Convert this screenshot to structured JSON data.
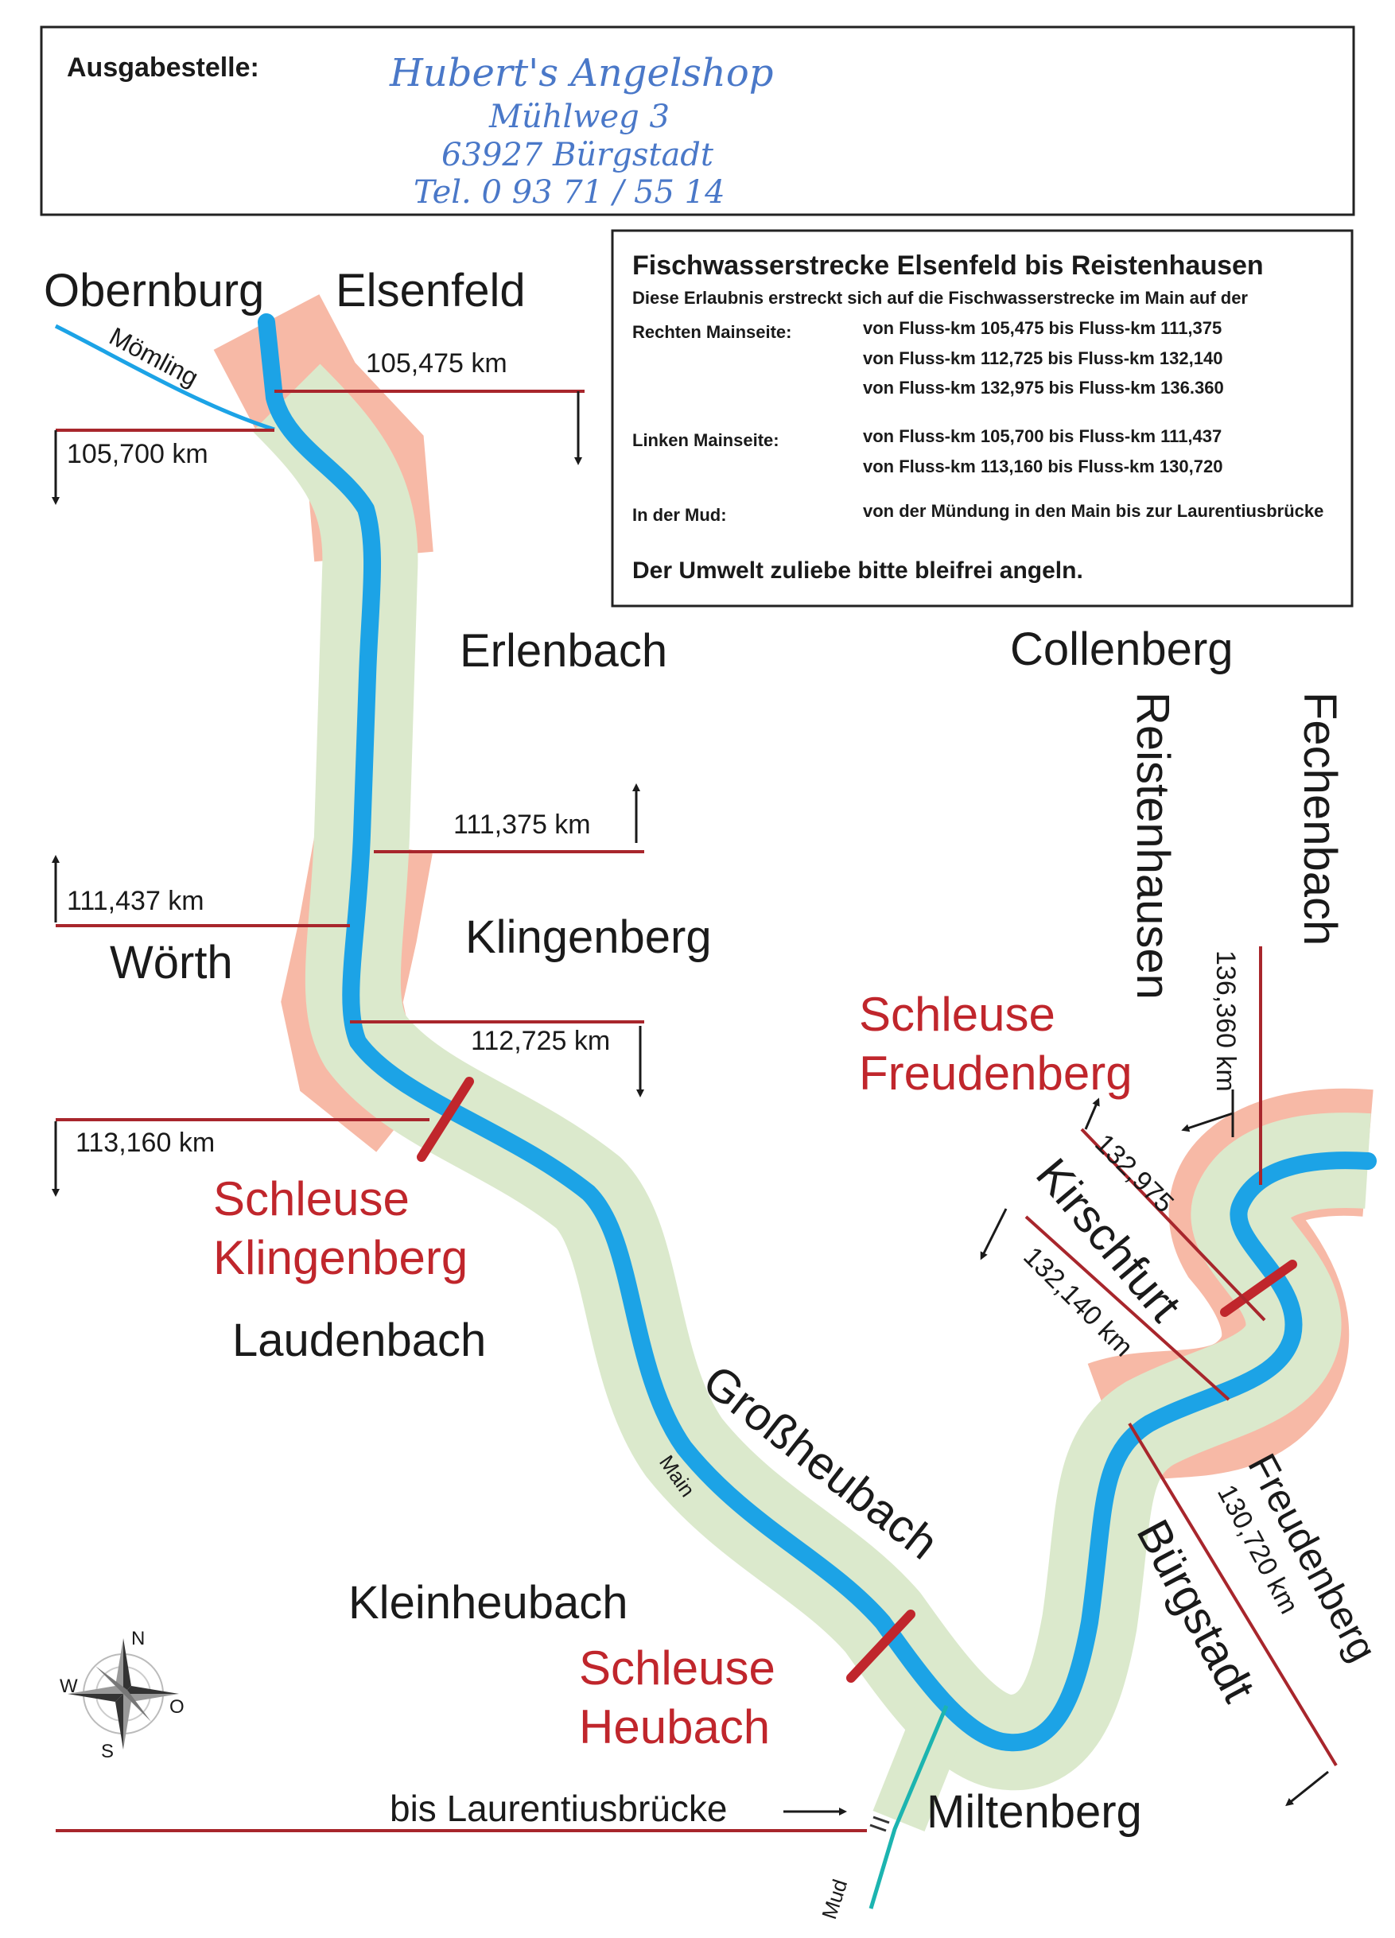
{
  "header": {
    "label": "Ausgabestelle:",
    "shop_lines": [
      "Hubert's Angelshop",
      "Mühlweg 3",
      "63927 Bürgstadt",
      "Tel. 0 93 71 / 55 14"
    ]
  },
  "legend": {
    "title": "Fischwasserstrecke Elsenfeld bis Reistenhausen",
    "intro": "Diese Erlaubnis erstreckt sich auf die Fischwasserstrecke im Main auf der",
    "right_label": "Rechten Mainseite:",
    "right_ranges": [
      "von Fluss-km 105,475 bis Fluss-km 111,375",
      "von Fluss-km 112,725 bis Fluss-km 132,140",
      "von Fluss-km 132,975 bis Fluss-km 136.360"
    ],
    "left_label": "Linken Mainseite:",
    "left_ranges": [
      "von Fluss-km 105,700 bis Fluss-km 111,437",
      "von Fluss-km 113,160 bis Fluss-km 130,720"
    ],
    "mud_label": "In der Mud:",
    "mud_range": "von der Mündung in den Main bis zur Laurentiusbrücke",
    "footer": "Der Umwelt zuliebe bitte bleifrei angeln."
  },
  "towns": {
    "obernburg": "Obernburg",
    "elsenfeld": "Elsenfeld",
    "erlenbach": "Erlenbach",
    "collenberg": "Collenberg",
    "reistenhausen": "Reistenhausen",
    "fechenbach": "Fechenbach",
    "klingenberg": "Klingenberg",
    "woerth": "Wörth",
    "laudenbach": "Laudenbach",
    "grossheubach": "Großheubach",
    "kleinheubach": "Kleinheubach",
    "miltenberg": "Miltenberg",
    "kirschfurt": "Kirschfurt",
    "freudenberg": "Freudenberg",
    "buergstadt": "Bürgstadt"
  },
  "rivers": {
    "moemling": "Mömling",
    "main": "Main",
    "mud": "Mud"
  },
  "locks": {
    "klingenberg": [
      "Schleuse",
      "Klingenberg"
    ],
    "freudenberg": [
      "Schleuse",
      "Freudenberg"
    ],
    "heubach": [
      "Schleuse",
      "Heubach"
    ]
  },
  "markers": {
    "km_105_475": "105,475 km",
    "km_105_700": "105,700 km",
    "km_111_375": "111,375 km",
    "km_111_437": "111,437 km",
    "km_112_725": "112,725 km",
    "km_113_160": "113,160 km",
    "km_132_975": "132,975",
    "km_132_140": "132,140 km",
    "km_130_720": "130,720 km",
    "km_136_360": "136,360 km",
    "laurentius": "bis Laurentiusbrücke"
  },
  "compass": {
    "n": "N",
    "s": "S",
    "w": "W",
    "o": "O"
  },
  "colors": {
    "river": "#1ca3e6",
    "fishing_zone": "#dbe9cc",
    "other_zone": "#f7b9a6",
    "marker_line": "#a8262c",
    "lock_text": "#c0262c"
  }
}
